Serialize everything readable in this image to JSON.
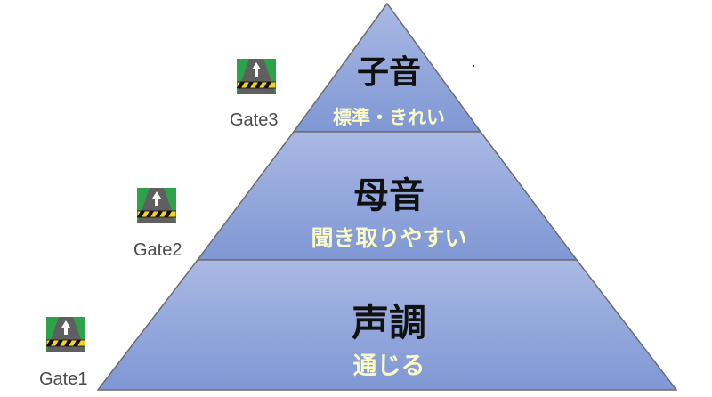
{
  "colors": {
    "pyramid_fill_top": "#aab9e4",
    "pyramid_fill_bottom": "#7f97d4",
    "pyramid_stroke": "#6d6d6d",
    "sub_text": "#fbfbc5",
    "gate_green": "#2ea14b",
    "road_gray": "#5f5f5f",
    "barrier_yellow": "#f7d21d"
  },
  "levels": [
    {
      "title": "子音",
      "subtitle": "標準・きれい"
    },
    {
      "title": "母音",
      "subtitle": "聞き取りやすい"
    },
    {
      "title": "声調",
      "subtitle": "通じる"
    }
  ],
  "gates": [
    {
      "label": "Gate3",
      "icon": "road-barrier-arrow-icon"
    },
    {
      "label": "Gate2",
      "icon": "road-barrier-arrow-icon"
    },
    {
      "label": "Gate1",
      "icon": "road-barrier-arrow-icon"
    }
  ]
}
